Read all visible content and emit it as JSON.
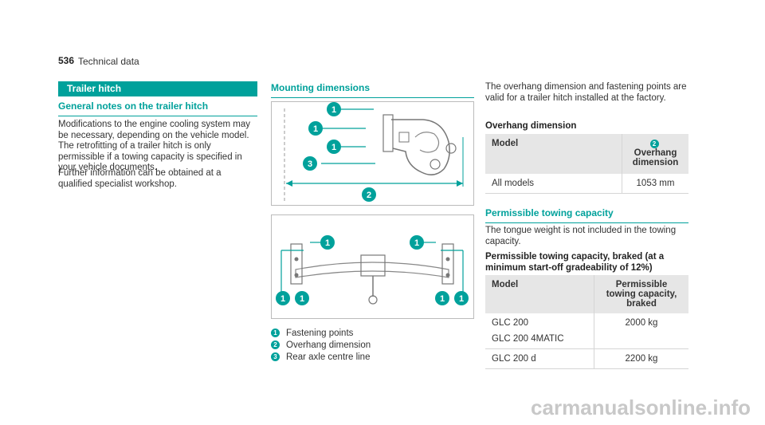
{
  "header": {
    "page_number": "536",
    "section": "Technical data"
  },
  "left": {
    "section_title": "Trailer hitch",
    "subheading": "General notes on the trailer hitch",
    "paragraph1": "Modifications to the engine cooling system may be necessary, depending on the vehicle model. The retrofitting of a trailer hitch is only permissible if a towing capacity is specified in your vehicle documents.",
    "paragraph2": "Further information can be obtained at a qualified specialist workshop."
  },
  "middle": {
    "heading": "Mounting dimensions",
    "legend": [
      {
        "num": "1",
        "text": "Fastening points"
      },
      {
        "num": "2",
        "text": "Overhang dimension"
      },
      {
        "num": "3",
        "text": "Rear axle centre line"
      }
    ]
  },
  "right": {
    "intro": "The overhang dimension and fastening points are valid for a trailer hitch installed at the factory.",
    "overhang_label": "Overhang dimension",
    "overhang_table": {
      "col1": "Model",
      "col2_num": "2",
      "col2": "Overhang dimension",
      "rows": [
        {
          "model": "All models",
          "value": "1053 mm"
        }
      ]
    },
    "towing_heading": "Permissible towing capacity",
    "towing_note": "The tongue weight is not included in the towing capacity.",
    "towing_label": "Permissible towing capacity, braked (at a minimum start-off gradeability of 12%)",
    "towing_table": {
      "col1": "Model",
      "col2": "Permissible towing capacity, braked",
      "rows": [
        {
          "model_a": "GLC 200",
          "model_b": "GLC 200 4MATIC",
          "value": "2000 kg"
        },
        {
          "model_a": "GLC 200 d",
          "model_b": "",
          "value": "2200 kg"
        }
      ]
    }
  },
  "colors": {
    "accent": "#00a19b"
  },
  "watermark": "carmanualsonline.info"
}
